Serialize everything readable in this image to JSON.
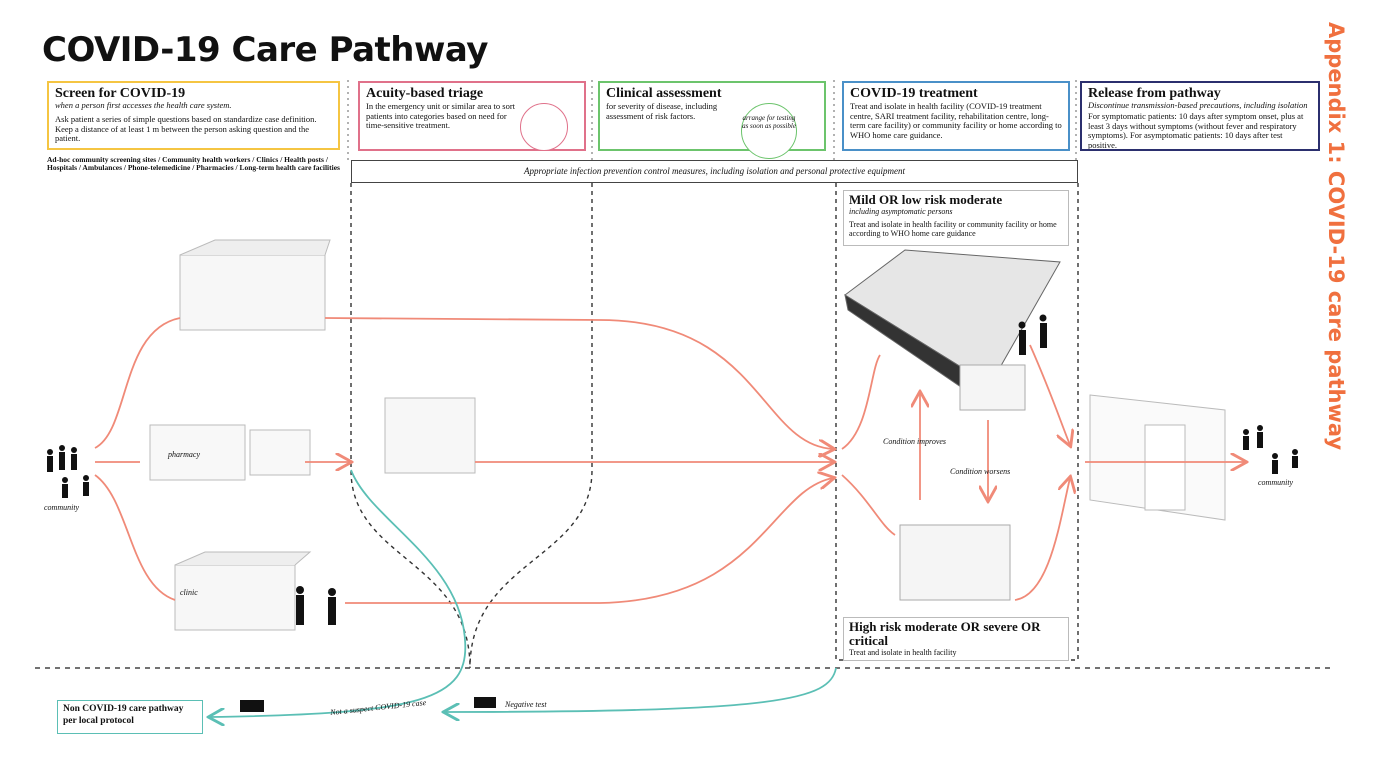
{
  "title": "COVID-19 Care Pathway",
  "side_title": "Appendix 1: COVID-19 care pathway",
  "stages": {
    "screen": {
      "heading": "Screen for COVID-19",
      "subheading": "when a person first accesses the health care system.",
      "body": "Ask patient a series of simple questions based on standardize case definition. Keep a distance of at least 1 m between the person asking question and the patient.",
      "sites": "Ad-hoc community screening sites / Community health workers / Clinics / Health posts / Hospitals / Ambulances / Phone-telemedicine / Pharmacies / Long-term health care facilities"
    },
    "triage": {
      "heading": "Acuity-based triage",
      "body": "In the emergency unit or similar area to sort patients into categories based on need for time-sensitive treatment."
    },
    "assessment": {
      "heading": "Clinical assessment",
      "body": "for severity of disease, including assessment of risk factors.",
      "arrange_note": "arrange for testing as soon as possible"
    },
    "treatment": {
      "heading": "COVID-19 treatment",
      "body": "Treat and isolate in health facility (COVID-19 treatment centre, SARI treatment facility, rehabilitation centre, long-term care facility) or community facility or home according to WHO home care guidance."
    },
    "release": {
      "heading": "Release from pathway",
      "subheading": "Discontinue transmission-based precautions, including isolation",
      "body": "For symptomatic patients: 10 days after symptom onset, plus at least 3 days without symptoms (without fever and respiratory symptoms). For asymptomatic patients: 10 days after test positive."
    }
  },
  "ipc_banner": "Appropriate infection prevention control measures, including isolation and personal protective equipment",
  "mild": {
    "heading": "Mild OR low risk moderate",
    "subheading": "including asymptomatic persons",
    "body": "Treat and isolate in health facility or community facility or home according to WHO home care guidance"
  },
  "severe": {
    "heading": "High risk moderate OR severe OR critical",
    "body": "Treat and isolate in health facility"
  },
  "labels": {
    "community_left": "community",
    "community_right": "community",
    "pharmacy": "pharmacy",
    "clinic": "clinic",
    "condition_improves": "Condition improves",
    "condition_worsens": "Condition worsens",
    "not_suspect": "Not a suspect COVID-19 case",
    "negative_test": "Negative test"
  },
  "non_covid": "Non COVID-19 care pathway per local protocol",
  "colors": {
    "title_orange": "#f0703f",
    "flow_arrow": "#f08a78",
    "exit_arrow": "#5bbfb5",
    "screen_border": "#f5c542",
    "triage_border": "#e0718a",
    "assessment_border": "#6cc46c",
    "treatment_border": "#4a90c8",
    "release_border": "#2b2f6e"
  }
}
